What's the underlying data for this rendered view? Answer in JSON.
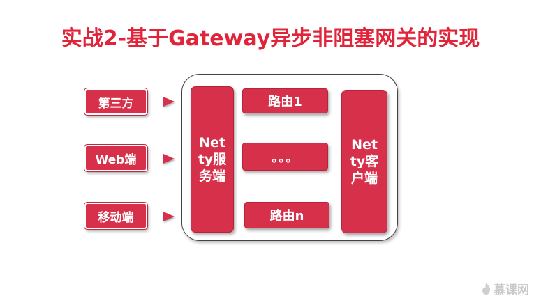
{
  "title": "实战2-基于Gateway异步非阻塞网关的实现",
  "clients": [
    "第三方",
    "Web端",
    "移动端"
  ],
  "server": {
    "line1": "Net",
    "line2": "ty服",
    "line3": "务端"
  },
  "routes": {
    "route1": "路由1",
    "ellipsis": "。。。",
    "routeN": "路由n"
  },
  "client_proxy": {
    "line1": "Net",
    "line2": "ty客",
    "line3": "户端"
  },
  "watermark": "慕课网",
  "colors": {
    "title": "#e0243a",
    "box": "#d6304a",
    "watermark": "#c9c9c9"
  }
}
